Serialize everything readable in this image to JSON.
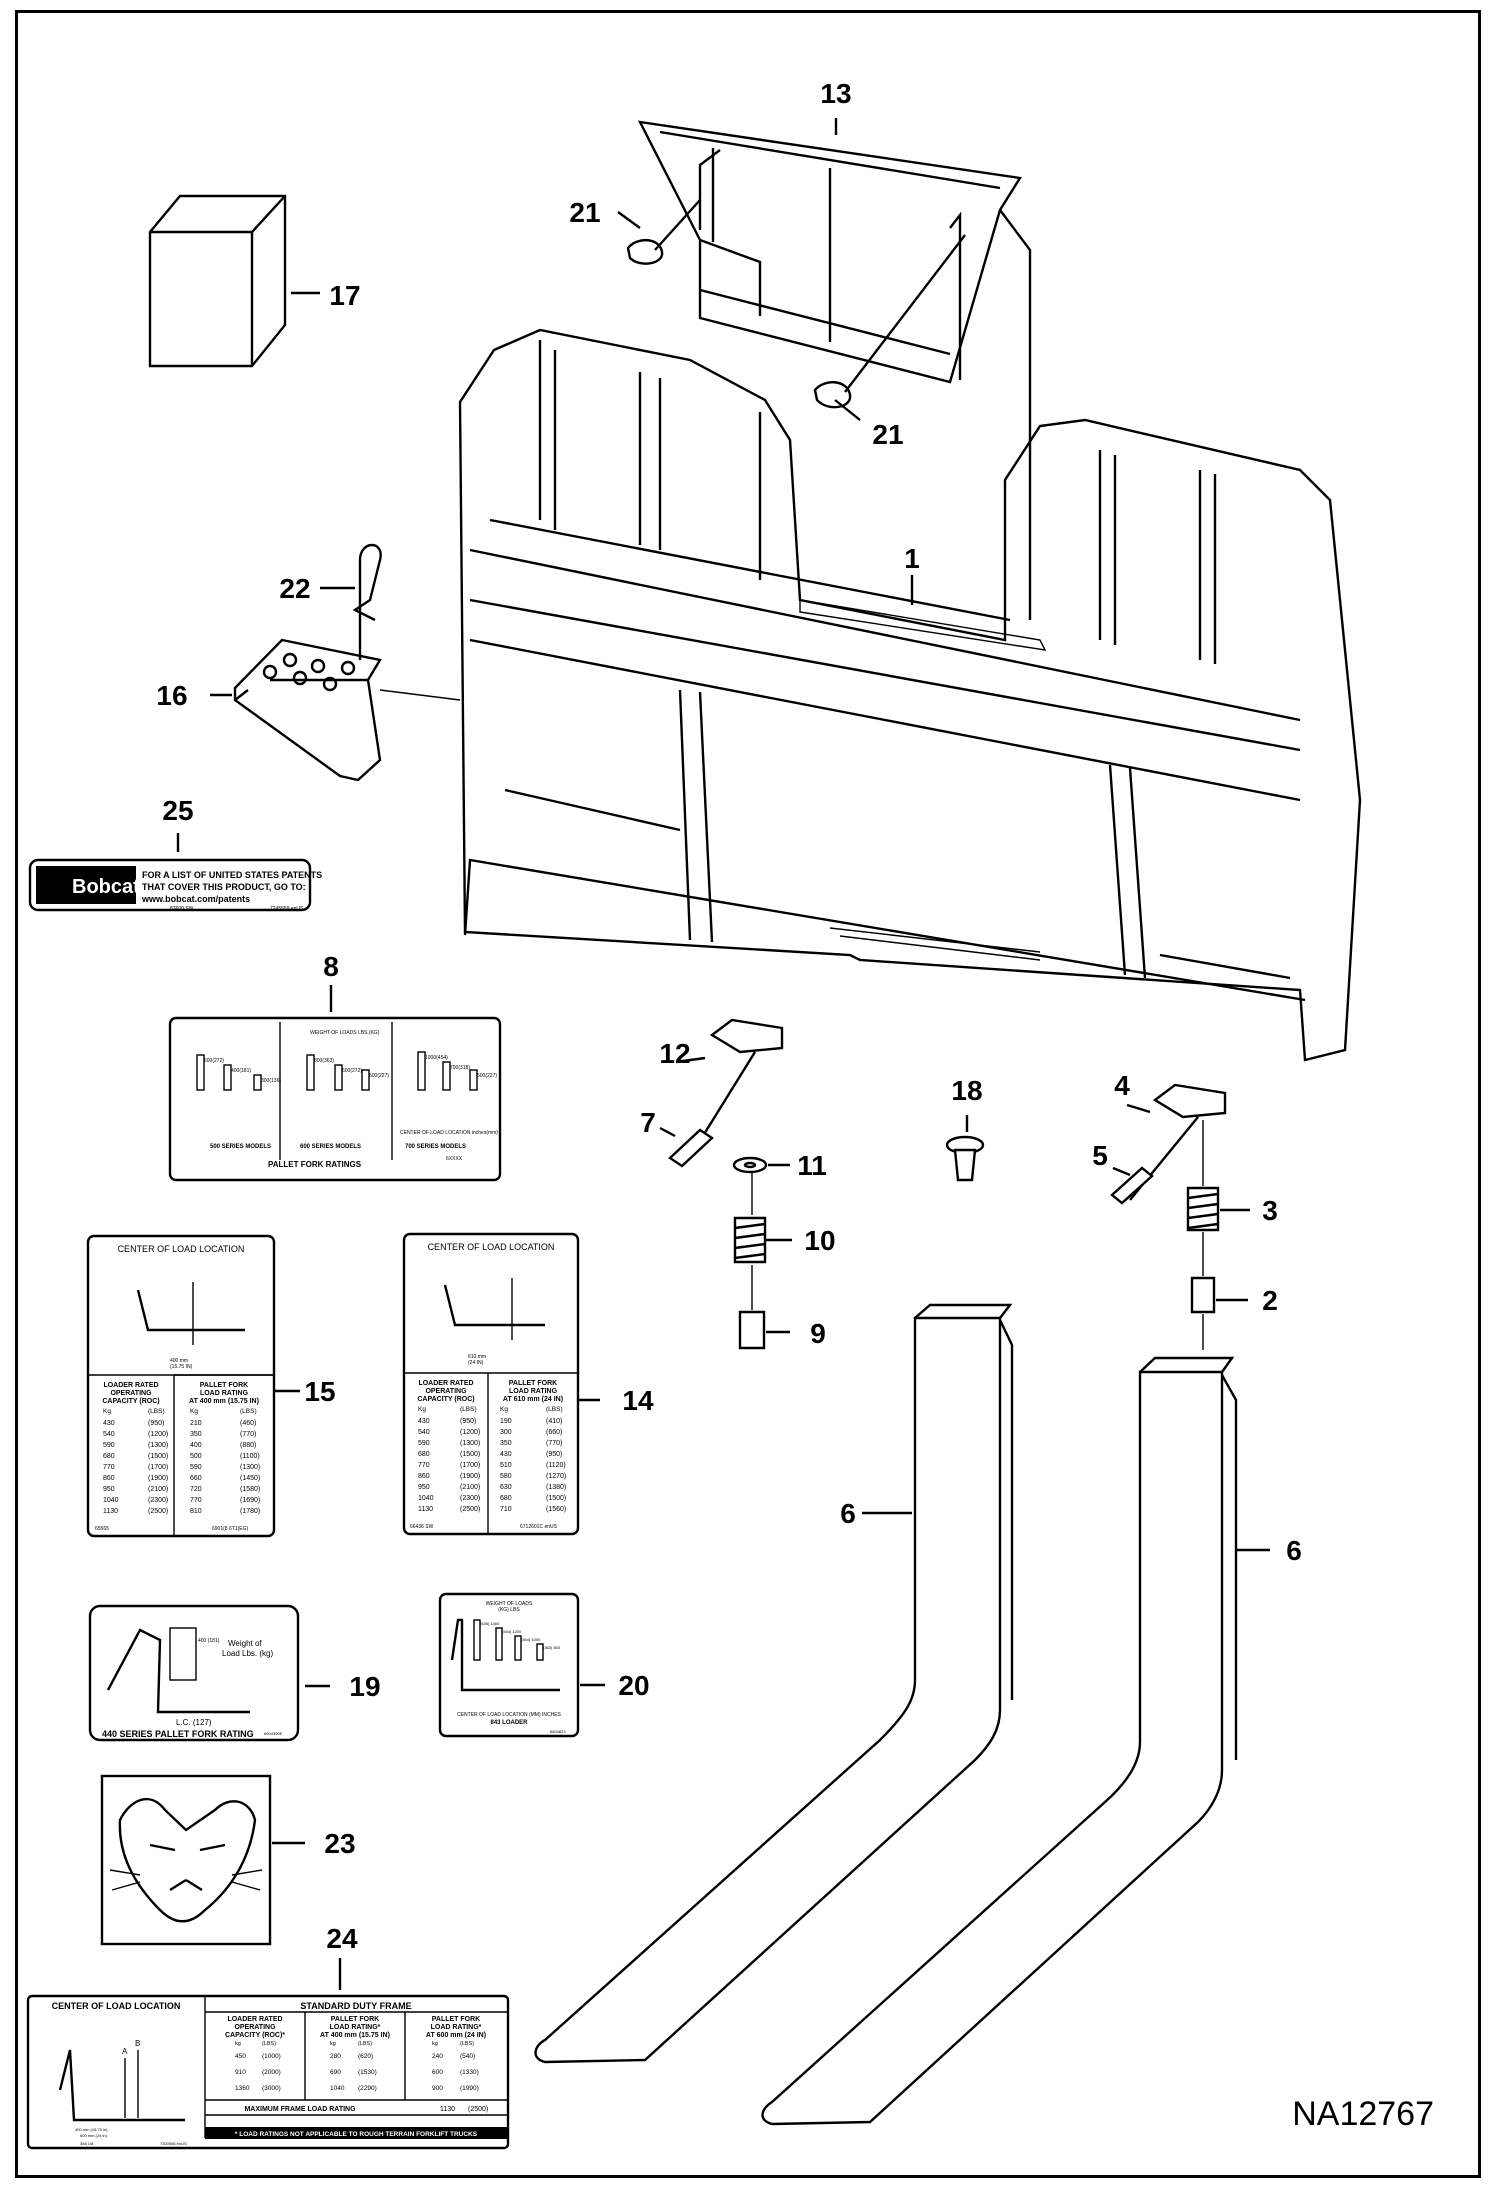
{
  "figure": {
    "reference": "NA12767"
  },
  "callouts": [
    "1",
    "2",
    "3",
    "4",
    "5",
    "6",
    "6",
    "7",
    "8",
    "9",
    "10",
    "11",
    "12",
    "13",
    "14",
    "15",
    "16",
    "17",
    "18",
    "19",
    "20",
    "21",
    "21",
    "22",
    "23",
    "24",
    "25"
  ],
  "decal_25": {
    "brand": "Bobcat",
    "lines": [
      "FOR A LIST OF UNITED STATES PATENTS",
      "THAT COVER THIS PRODUCT, GO TO:",
      "www.bobcat.com/patents"
    ],
    "codes": [
      "87600 SW",
      "7245559 enUS"
    ]
  },
  "decal_8": {
    "header": "WEIGHT OF LOADS LBS.(KG)",
    "bars_a": [
      "600(272)",
      "400(181)",
      "300(136)"
    ],
    "bars_b": [
      "800(363)",
      "600(272)",
      "500(227)"
    ],
    "bars_c": [
      "1000(454)",
      "700(318)",
      "500(227)"
    ],
    "axis": "CENTER OF LOAD LOCATION  inches(mm)",
    "series": [
      "500 SERIES MODELS",
      "600 SERIES MODELS",
      "700 SERIES MODELS"
    ],
    "title": "PALLET FORK RATINGS",
    "code": "6XXXX"
  },
  "decal_15": {
    "title": "CENTER OF LOAD LOCATION",
    "dimension": [
      "400 mm",
      "(15.75 IN)"
    ],
    "col1": [
      "LOADER RATED",
      "OPERATING",
      "CAPACITY (ROC)"
    ],
    "col2": [
      "PALLET FORK",
      "LOAD RATING",
      "AT 400 mm (15.75 IN)"
    ],
    "units": [
      "Kg",
      "(LBS)",
      "Kg",
      "(LBS)"
    ],
    "rows": [
      [
        "430",
        "(950)",
        "210",
        "(460)"
      ],
      [
        "540",
        "(1200)",
        "350",
        "(770)"
      ],
      [
        "590",
        "(1300)",
        "400",
        "(880)"
      ],
      [
        "680",
        "(1500)",
        "500",
        "(1100)"
      ],
      [
        "770",
        "(1700)",
        "590",
        "(1300)"
      ],
      [
        "860",
        "(1900)",
        "660",
        "(1450)"
      ],
      [
        "950",
        "(2100)",
        "720",
        "(1580)"
      ],
      [
        "1040",
        "(2300)",
        "770",
        "(1690)"
      ],
      [
        "1130",
        "(2500)",
        "810",
        "(1780)"
      ]
    ],
    "codes": [
      "65565",
      "6901(8 6T1(EG)"
    ]
  },
  "decal_14": {
    "title": "CENTER OF LOAD LOCATION",
    "dimension": [
      "610 mm",
      "(24 IN)"
    ],
    "col1": [
      "LOADER RATED",
      "OPERATING",
      "CAPACITY (ROC)"
    ],
    "col2": [
      "PALLET FORK",
      "LOAD RATING",
      "AT 610 mm (24 IN)"
    ],
    "units": [
      "Kg",
      "(LBS)",
      "Kg",
      "(LBS)"
    ],
    "rows": [
      [
        "430",
        "(950)",
        "190",
        "(410)"
      ],
      [
        "540",
        "(1200)",
        "300",
        "(660)"
      ],
      [
        "590",
        "(1300)",
        "350",
        "(770)"
      ],
      [
        "680",
        "(1500)",
        "430",
        "(950)"
      ],
      [
        "770",
        "(1700)",
        "510",
        "(1120)"
      ],
      [
        "860",
        "(1900)",
        "580",
        "(1270)"
      ],
      [
        "950",
        "(2100)",
        "630",
        "(1380)"
      ],
      [
        "1040",
        "(2300)",
        "680",
        "(1500)"
      ],
      [
        "1130",
        "(2500)",
        "710",
        "(1560)"
      ]
    ],
    "codes": [
      "66436 SW",
      "6712601C enUS"
    ]
  },
  "decal_19": {
    "weight": [
      "Weight of",
      "Load Lbs. (kg)"
    ],
    "bar": "400 (181)",
    "lc": "L.C. (127)",
    "title": "440 SERIES PALLET FORK RATING",
    "code": "6904390E"
  },
  "decal_20": {
    "header": [
      "WEIGHT OF LOADS",
      "(KG) LBS"
    ],
    "bars": [
      "(635) 1400",
      "(544) 1200",
      "(454) 1000",
      "(363) 800"
    ],
    "axis": [
      "CENTER OF LOAD LOCATION (MM) INCHES",
      "843 LOADER"
    ],
    "code": "6804823"
  },
  "decal_24": {
    "left_title": "CENTER OF LOAD LOCATION",
    "dims": [
      "400 mm (15.75 in)",
      "600 mm (24 in)"
    ],
    "frame_title": "STANDARD DUTY FRAME",
    "col1": [
      "LOADER RATED",
      "OPERATING",
      "CAPACITY (ROC)*"
    ],
    "col2": [
      "PALLET FORK",
      "LOAD RATING*",
      "AT 400 mm (15.75 IN)"
    ],
    "col3": [
      "PALLET FORK",
      "LOAD RATING*",
      "AT 600 mm (24 IN)"
    ],
    "units": [
      "kg",
      "(LBS)",
      "kg",
      "(LBS)",
      "kg",
      "(LBS)"
    ],
    "rows": [
      [
        "450",
        "(1000)",
        "280",
        "(620)",
        "240",
        "(540)"
      ],
      [
        "910",
        "(2000)",
        "690",
        "(1530)",
        "600",
        "(1330)"
      ],
      [
        "1360",
        "(3000)",
        "1040",
        "(2290)",
        "900",
        "(1990)"
      ]
    ],
    "max_label": "MAXIMUM FRAME LOAD RATING",
    "max_values": [
      "1130",
      "(2500)"
    ],
    "footnote": "* LOAD RATINGS NOT APPLICABLE TO ROUGH TERRAIN FORKLIFT TRUCKS",
    "codes": [
      "358 1/8",
      "7300556 enUS"
    ]
  }
}
